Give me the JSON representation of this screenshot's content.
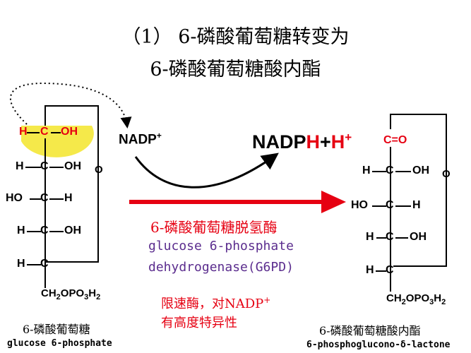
{
  "title": {
    "line1": "（1） 6-磷酸葡萄糖转变为",
    "line2": "6-磷酸葡萄糖酸内酯"
  },
  "cofactor": {
    "nadp": "NADP",
    "nadp_sup": "+",
    "nadph_prefix": "NADP",
    "nadph_h": "H",
    "nadph_plus": "+",
    "nadph_proton": "H",
    "nadph_proton_sup": "+"
  },
  "enzyme": {
    "name_cn": "6-磷酸葡萄糖脱氢酶",
    "name_en_line1": "glucose 6-phosphate",
    "name_en_line2": "dehydrogenase(G6PD)"
  },
  "note": {
    "line1": "限速酶，对NADP",
    "line1_sup": "+",
    "line2": "有高度特异性"
  },
  "substrate": {
    "caption_cn": "6-磷酸葡萄糖",
    "caption_en": "glucose 6-phosphate",
    "atoms": {
      "c1_h": "H",
      "c1_oh": "OH",
      "c2_h": "H",
      "c2_oh": "OH",
      "c3_ho": "HO",
      "c3_h": "H",
      "c4_h": "H",
      "c4_oh": "OH",
      "c5_h": "H",
      "ring_o": "O",
      "c6_group": "CH2OPO3H2"
    }
  },
  "product": {
    "caption_cn": "6-磷酸葡萄糖酸内酯",
    "caption_en": "6-phosphoglucono-δ-lactone",
    "atoms": {
      "c1_co": "C=O",
      "c2_h": "H",
      "c2_oh": "OH",
      "c3_ho": "HO",
      "c3_h": "H",
      "c4_h": "H",
      "c4_oh": "OH",
      "c5_h": "H",
      "ring_o": "O",
      "c6_group": "CH2OPO3H2"
    }
  },
  "colors": {
    "red": "#e60012",
    "purple": "#5b2d8e",
    "highlight": "#f5e94a"
  }
}
